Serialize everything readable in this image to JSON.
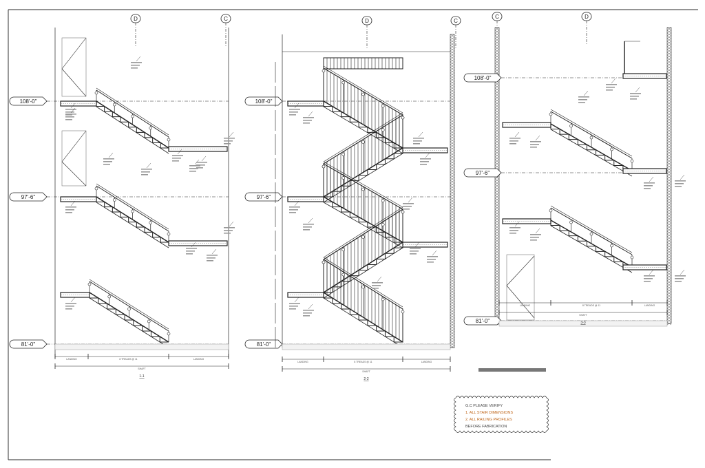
{
  "sections": [
    {
      "title": "1-1",
      "grids": [
        "D",
        "C"
      ],
      "levels": [
        "108'-0\"",
        "97'-6\"",
        "81'-0\""
      ],
      "dims": {
        "landing": "LANDING",
        "treads": "8 TREADS @ 11",
        "shaft": "SHAFT"
      }
    },
    {
      "title": "2-2",
      "grids": [
        "D",
        "C"
      ],
      "levels": [
        "108'-0\"",
        "97'-6\"",
        "81'-0\""
      ],
      "dims": {
        "landing": "LANDING",
        "treads": "8 TREADS @ 11",
        "shaft": "SHAFT"
      }
    },
    {
      "title": "3-3",
      "grids": [
        "C",
        "D"
      ],
      "levels": [
        "108'-0\"",
        "97'-6\"",
        "81'-0\""
      ],
      "dims": {
        "landing": "LANDING",
        "treads": "8 TREADS @ 11",
        "shaft": "SHAFT"
      }
    }
  ],
  "note": {
    "lines": [
      "G.C PLEASE VERIFY",
      "1. ALL STAIR DIMENSIONS",
      "2. ALL RAILING PROFILES",
      "BEFORE FABRICATION"
    ]
  },
  "colors": {
    "line": "#222222",
    "note_orange": "#c0661a"
  }
}
